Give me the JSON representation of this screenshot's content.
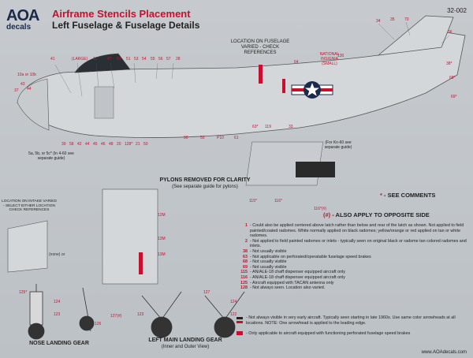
{
  "header": {
    "logo_top": "AOA",
    "logo_bottom": "decals",
    "title": "Airframe Stencils Placement",
    "subtitle": "Left Fuselage & Fuselage Details",
    "code": "32-002"
  },
  "fuselage_labels": [
    {
      "text": "41"
    },
    {
      "text": "(LARGE)"
    },
    {
      "text": "11"
    },
    {
      "text": "47"
    },
    {
      "text": "51"
    },
    {
      "text": "51"
    },
    {
      "text": "53"
    },
    {
      "text": "54"
    },
    {
      "text": "55"
    },
    {
      "text": "56"
    },
    {
      "text": "57"
    },
    {
      "text": "28"
    },
    {
      "text": "10a or 10b"
    },
    {
      "text": "43"
    },
    {
      "text": "44"
    },
    {
      "text": "37"
    },
    {
      "text": "39"
    },
    {
      "text": "58"
    },
    {
      "text": "42"
    },
    {
      "text": "44"
    },
    {
      "text": "45"
    },
    {
      "text": "46"
    },
    {
      "text": "48"
    },
    {
      "text": "20"
    },
    {
      "text": "128*"
    },
    {
      "text": "21"
    },
    {
      "text": "50"
    },
    {
      "text": "90"
    },
    {
      "text": "59"
    },
    {
      "text": "P10"
    },
    {
      "text": "61"
    },
    {
      "text": "63*"
    },
    {
      "text": "119"
    },
    {
      "text": "33"
    },
    {
      "text": "64"
    },
    {
      "text": "130"
    },
    {
      "text": "34"
    },
    {
      "text": "35"
    },
    {
      "text": "70"
    },
    {
      "text": "36"
    },
    {
      "text": "38*"
    },
    {
      "text": "68*"
    },
    {
      "text": "69*"
    }
  ],
  "notes": {
    "location_fuselage": "LOCATION ON FUSELAGE VARIED - CHECK REFERENCES",
    "national_insignia": "NATIONAL INSIGNIA (SMALL)",
    "see_guide_left": "5a, 5b, or 5c* (In 4-60 see separate guide)",
    "see_guide_kn": "(For Kn-60 see separate guide)",
    "pylons_title": "PYLONS REMOVED FOR CLARITY",
    "pylons_sub": "(See separate guide for pylons)",
    "intake": "LOCATION ON INTAKE VARIED - SELECT EITHER LOCATION CHECK REFERENCES",
    "none_or": "(none) or",
    "label_115": "115*",
    "label_116": "116*",
    "label_116b": "116*(#)",
    "see_comments_mark": "*",
    "see_comments": " - SEE COMMENTS",
    "opposite_mark": "(#)",
    "opposite": " - ALSO APPLY TO OPPOSITE SIDE"
  },
  "legend": [
    {
      "k": "1",
      "v": "- Could also be applied centered above latch rather than below and rear of the latch as shown. Not applied to field painted/coated radomes.  White normally applied on black radomes; yellow/orange or red applied on tan or white radomes."
    },
    {
      "k": "2",
      "v": "- Not applied to field painted radomes or inlets - typically seen on original black or radome tan colored radomes and inlets."
    },
    {
      "k": "38",
      "v": "- Not usually visible"
    },
    {
      "k": "63",
      "v": "- Not applicable on perforated/operatable fuselage speed brakes"
    },
    {
      "k": "68",
      "v": "- Not usually visible"
    },
    {
      "k": "69",
      "v": "- Not usually visible"
    },
    {
      "k": "115",
      "v": "- AN/ALE-18 chaff dispenser equipped aircraft only"
    },
    {
      "k": "116",
      "v": "- AN/ALE-18 chaff dispenser equipped aircraft only"
    },
    {
      "k": "125",
      "v": "- Aircraft equipped with TACAN antenna only"
    },
    {
      "k": "128",
      "v": "- Not always seen.  Location also varied."
    }
  ],
  "bottom_notes": {
    "note1": "- Not always visible in very early aircraft.  Typically seen starting in late 1960s.  Use same color arrowheads at all locations.  NOTE: One arrowhead is applied to the leading edge.",
    "note2": "- Only applicable to aircraft equipped with functioning perforated fuselage speed brakes"
  },
  "gear": {
    "nose_title": "NOSE LANDING GEAR",
    "main_title": "LEFT MAIN LANDING GEAR",
    "main_sub": "(Inner and Outer View)",
    "labels": [
      {
        "text": "125*"
      },
      {
        "text": "124"
      },
      {
        "text": "123"
      },
      {
        "text": "126"
      },
      {
        "text": "127(#)"
      },
      {
        "text": "12M"
      },
      {
        "text": "13M"
      },
      {
        "text": "13M"
      },
      {
        "text": "127"
      },
      {
        "text": "124"
      },
      {
        "text": "123"
      },
      {
        "text": "122"
      }
    ]
  },
  "footer": "www.AOAdecals.com",
  "colors": {
    "red": "#c8102e",
    "navy": "#1b2a4a",
    "gray": "#d2d5d8"
  }
}
